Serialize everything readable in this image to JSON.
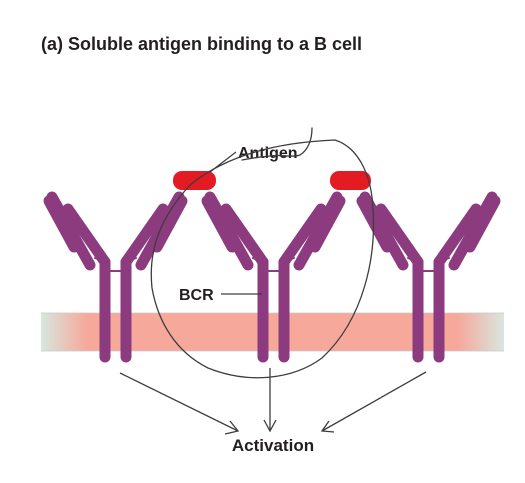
{
  "figure": {
    "title": "(a) Soluble antigen binding to a B cell",
    "labels": {
      "antigen": "Antigen",
      "bcr": "BCR",
      "activation": "Activation"
    }
  },
  "colors": {
    "receptor": "#8b3b7e",
    "antigen": "#e31b23",
    "membrane_center": "#f6a89a",
    "membrane_edge": "#d7e7e0",
    "annotation": "#3d3d3d"
  }
}
